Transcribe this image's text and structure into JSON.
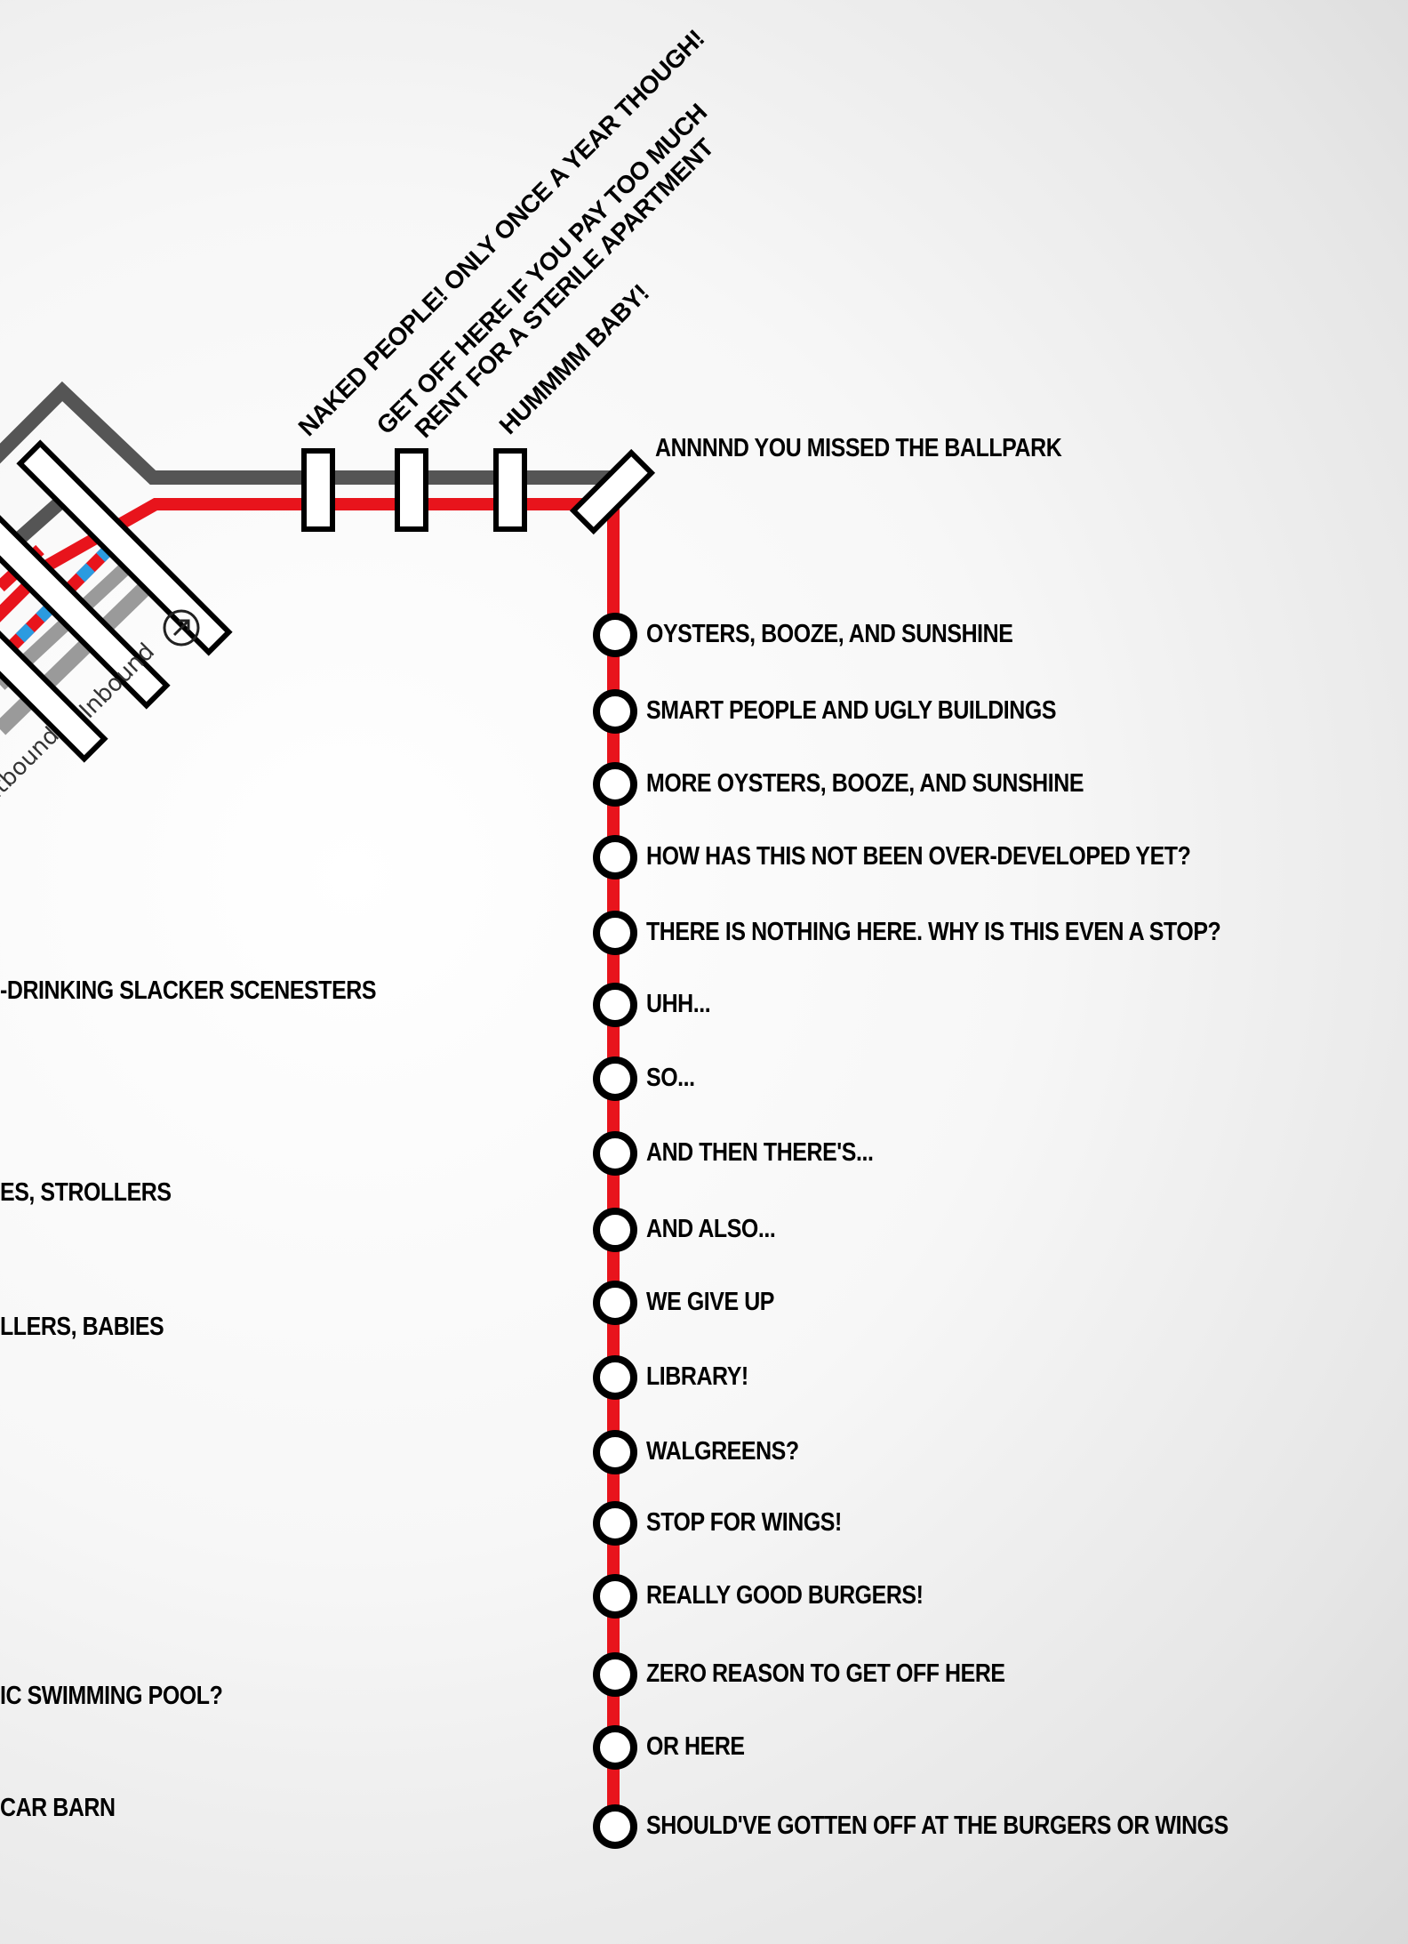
{
  "colors": {
    "red_line": "#e8141c",
    "gray_line": "#555555",
    "light_gray_line": "#9a9a9a",
    "blue_stripe": "#2b9be0"
  },
  "main_stops": [
    "OYSTERS, BOOZE, AND SUNSHINE",
    "SMART PEOPLE AND UGLY BUILDINGS",
    "MORE OYSTERS, BOOZE, AND SUNSHINE",
    "HOW HAS THIS NOT BEEN OVER-DEVELOPED YET?",
    "THERE IS NOTHING HERE. WHY IS THIS EVEN A STOP?",
    "UHH...",
    "SO...",
    "AND THEN THERE'S...",
    "AND ALSO...",
    "WE GIVE UP",
    "LIBRARY!",
    "WALGREENS?",
    "STOP FOR WINGS!",
    "REALLY GOOD BURGERS!",
    "ZERO REASON TO GET OFF HERE",
    "OR HERE",
    "SHOULD'VE GOTTEN OFF AT THE BURGERS OR WINGS"
  ],
  "terminal_label": "ANNNND YOU MISSED THE BALLPARK",
  "diagonal_labels": [
    "NAKED PEOPLE! ONLY ONCE A YEAR THOUGH!",
    "GET OFF HERE IF YOU PAY TOO MUCH",
    "RENT FOR A STERILE APARTMENT",
    "HUMMMM BABY!"
  ],
  "direction_labels": {
    "inbound": "Inbound",
    "outbound": "utbound"
  },
  "left_cut_labels": [
    "-DRINKING SLACKER SCENESTERS",
    "ES, STROLLERS",
    "LLERS, BABIES",
    "IC SWIMMING POOL?",
    "CAR BARN"
  ]
}
